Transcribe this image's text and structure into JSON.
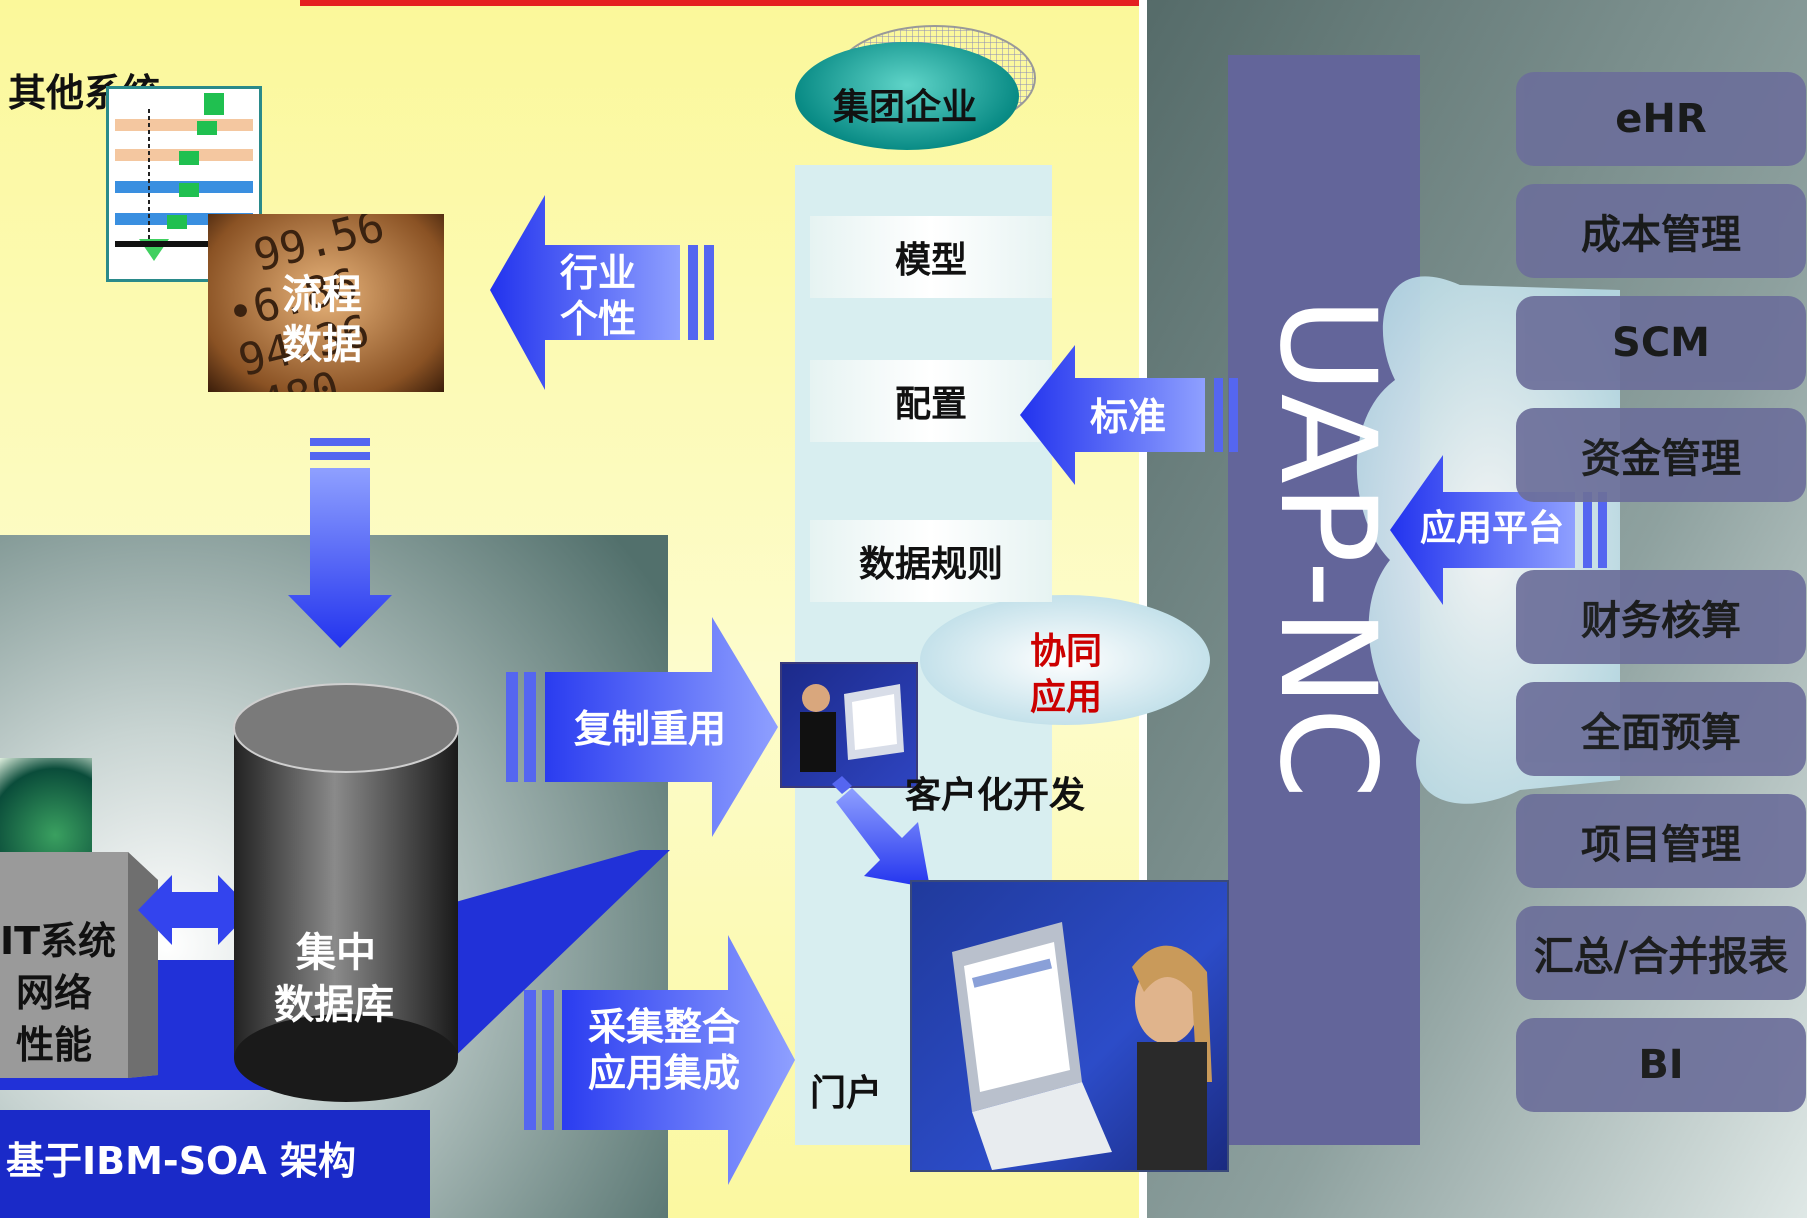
{
  "left_panel": {
    "other_systems": "其他系统",
    "process_data": [
      "流程",
      "数据"
    ],
    "industry_arrow": [
      "行业",
      "个性"
    ],
    "central_db": [
      "集中",
      "数据库"
    ],
    "it_box": [
      "IT系统",
      "网络",
      "性能"
    ],
    "soa_base": "基于IBM-SOA 架构",
    "copy_reuse": "复制重用",
    "collect_integrate": [
      "采集整合",
      "应用集成"
    ]
  },
  "middle_panel": {
    "group_enterprise": "集团企业",
    "layers": [
      "模型",
      "配置",
      "数据规则"
    ],
    "standard_arrow": "标准",
    "collab_app": [
      "协同",
      "应用"
    ],
    "custom_dev": "客户化开发",
    "portal": "门户"
  },
  "right_panel": {
    "uap_nc": "UAP-NC",
    "platform_arrow": "应用平台",
    "modules": [
      "eHR",
      "成本管理",
      "SCM",
      "资金管理",
      "财务核算",
      "全面预算",
      "项目管理",
      "汇总/合并报表",
      "BI"
    ]
  },
  "colors": {
    "arrow_blue": "#2233ee",
    "yellow_bg": "#fbf9a4",
    "uap_bar": "#63659a",
    "right_bg": "#6b7c7a",
    "collab_red": "#cc0000"
  }
}
